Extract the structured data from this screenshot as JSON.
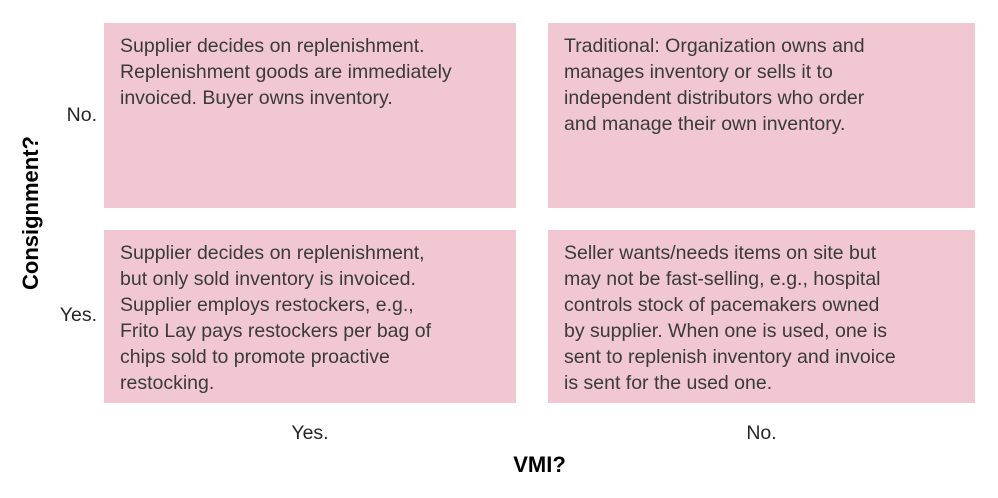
{
  "figure": {
    "y_axis": {
      "label": "Consignment?"
    },
    "x_axis": {
      "label": "VMI?"
    },
    "row_labels": [
      "No.",
      "Yes."
    ],
    "col_labels": [
      "Yes.",
      "No."
    ],
    "cells": [
      "Supplier decides on replenishment.\nReplenishment goods are immediately\ninvoiced. Buyer owns inventory.",
      "Traditional: Organization owns and\nmanages inventory or sells it to\nindependent distributors who order\nand manage their own inventory.",
      "Supplier decides on replenishment,\nbut only sold inventory is invoiced.\nSupplier employs restockers, e.g.,\nFrito Lay pays restockers per bag of\nchips sold to promote proactive\nrestocking.",
      "Seller wants/needs items on site but\nmay not be fast-selling, e.g., hospital\ncontrols stock of pacemakers owned\nby supplier. When one is used, one is\nsent to replenish inventory and invoice\nis sent for the used one."
    ],
    "colors": {
      "cell_bg": "#f1c8d1",
      "cell_text": "#3a3a3a",
      "axis_text": "#000000",
      "background": "#ffffff"
    }
  }
}
